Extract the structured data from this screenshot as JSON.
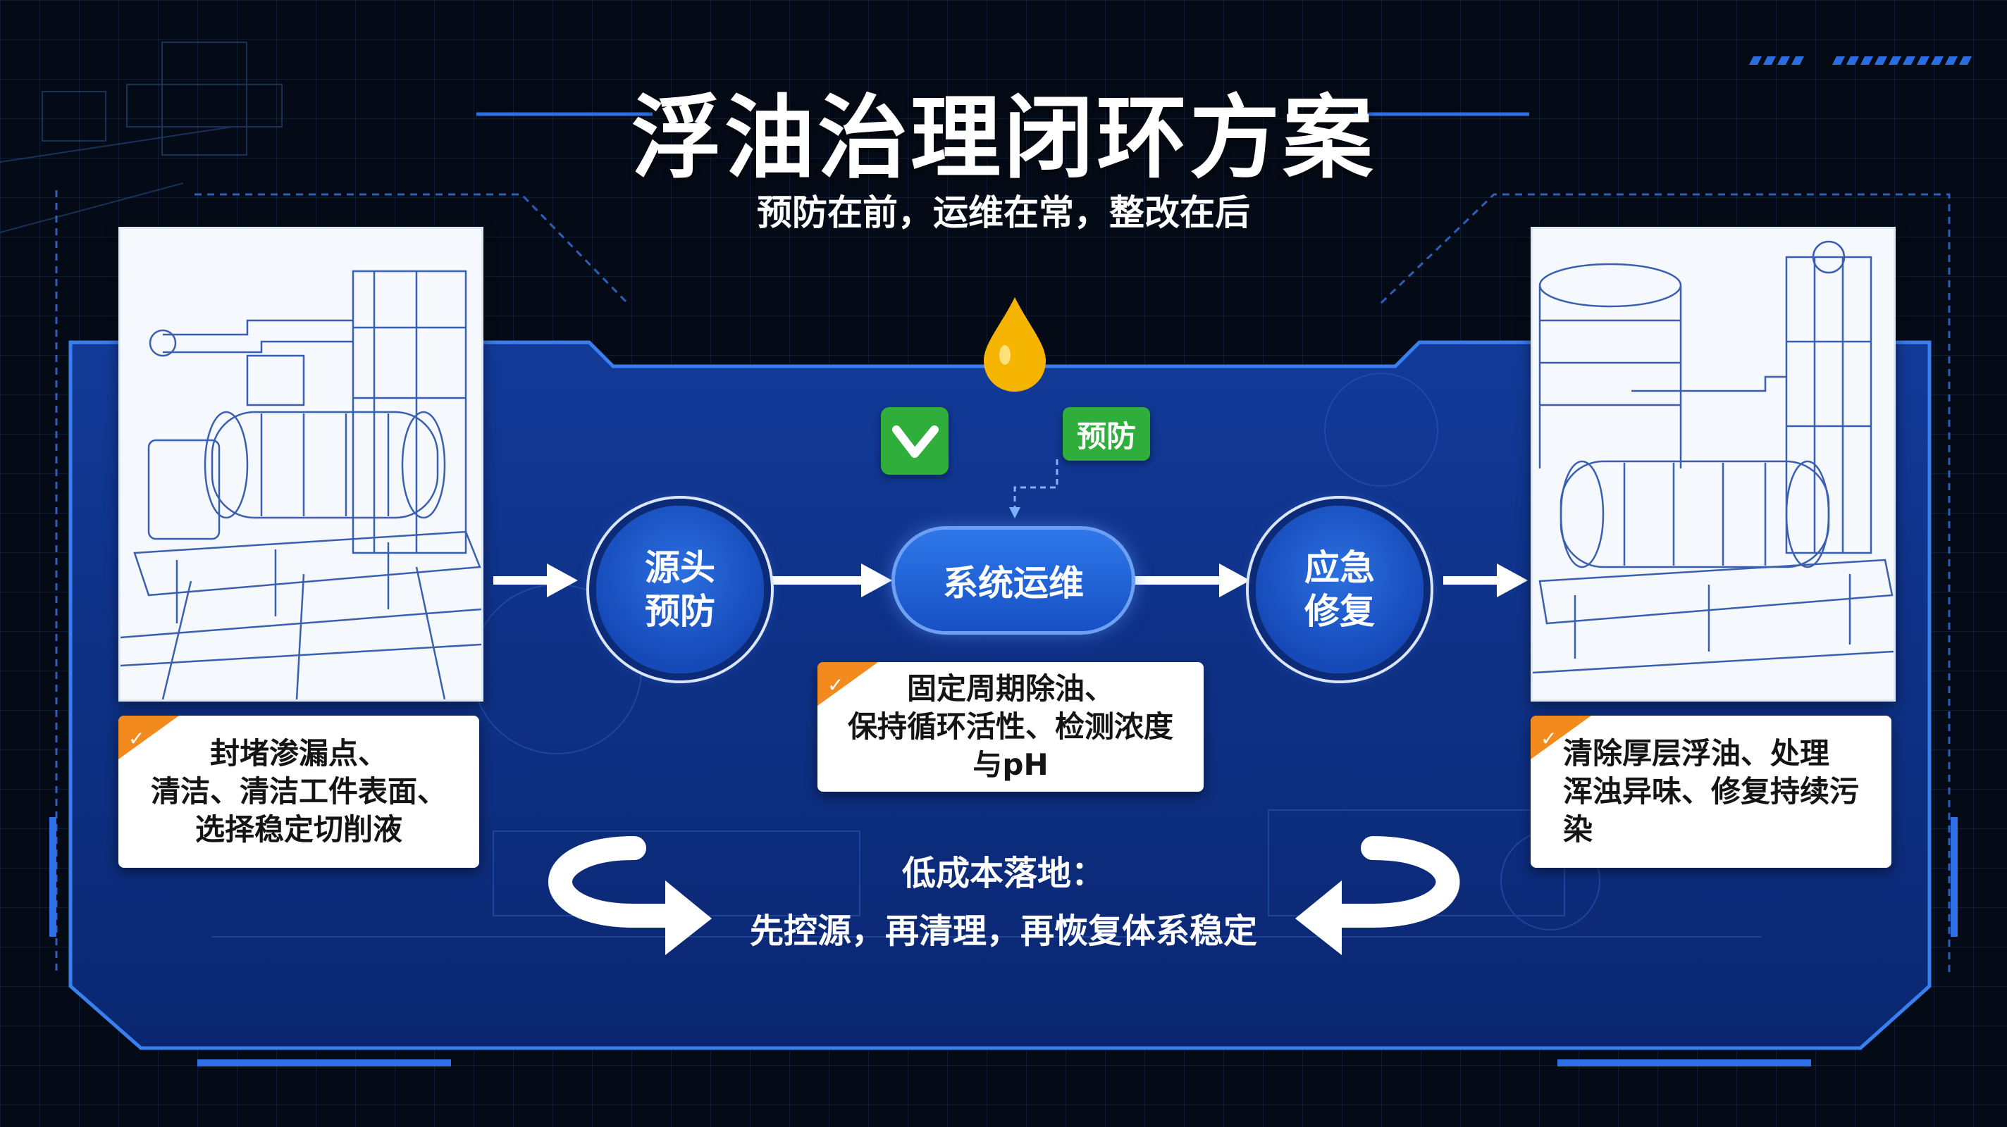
{
  "title": "浮油治理闭环方案",
  "subtitle": "预防在前，运维在常，整改在后",
  "flow": {
    "left_node": [
      "源头",
      "预防"
    ],
    "center_node": "系统运维",
    "right_node": [
      "应急",
      "修复"
    ],
    "badge_label": "预防"
  },
  "cards": {
    "left": [
      "封堵渗漏点、",
      "清洁、清洁工件表面、",
      "选择稳定切削液"
    ],
    "center": [
      "固定周期除油、",
      "保持循环活性、检测浓度与pH"
    ],
    "right": [
      "清除厚层浮油、处理",
      "浑浊异味、修复持续污",
      "染"
    ]
  },
  "bottom": {
    "heading": "低成本落地：",
    "line": "先控源，再清理，再恢复体系稳定"
  },
  "colors": {
    "panel": "#0d2f86",
    "node_blue": "#1a56c8",
    "accent_orange": "#f28a1e",
    "accent_green": "#2fae3c",
    "drop_yellow": "#f5b400"
  },
  "icons": [
    "oil-drop-icon",
    "checkmark-icon",
    "arrow-right-icon",
    "curved-return-arrow-icon"
  ]
}
